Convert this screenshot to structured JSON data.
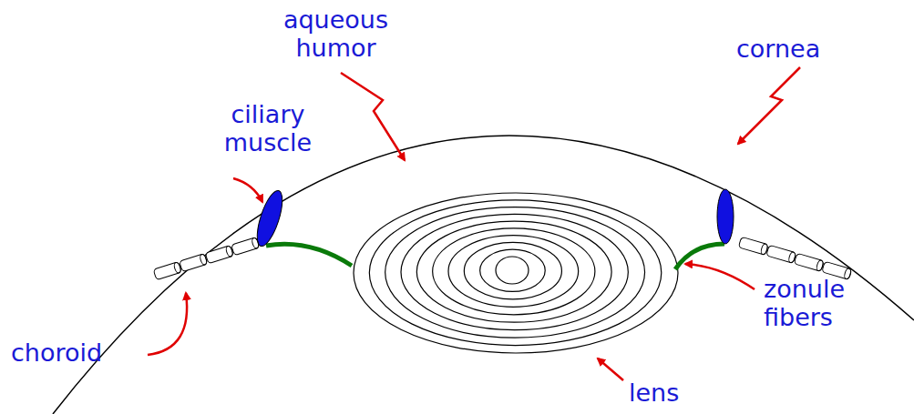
{
  "diagram": {
    "labels": [
      "aqueous humor",
      "cornea",
      "ciliary muscle",
      "choroid",
      "zonule fibers",
      "lens"
    ]
  }
}
